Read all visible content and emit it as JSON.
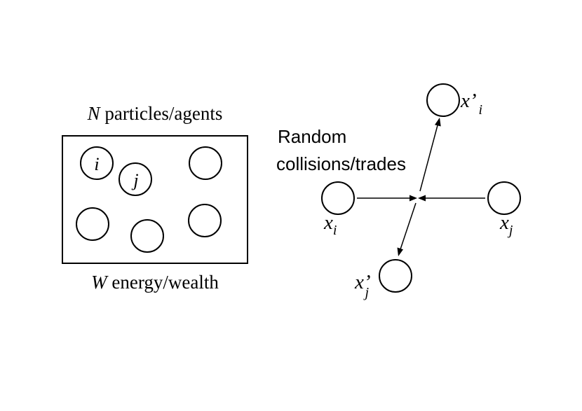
{
  "left_panel": {
    "top_label_var": "N",
    "top_label_text": " particles/agents",
    "bottom_label_var": "W",
    "bottom_label_text": " energy/wealth",
    "particle_i_label": "i",
    "particle_j_label": "j"
  },
  "right_panel": {
    "caption_line1": "Random",
    "caption_line2": "collisions/trades",
    "xi_base": "x",
    "xi_sub": "i",
    "xj_base": "x",
    "xj_sub": "j",
    "xpi_base": "x’",
    "xpi_sub": "i",
    "xpj_base": "x’",
    "xpj_sub": "j"
  },
  "colors": {
    "stroke": "#000000",
    "background": "#ffffff"
  }
}
